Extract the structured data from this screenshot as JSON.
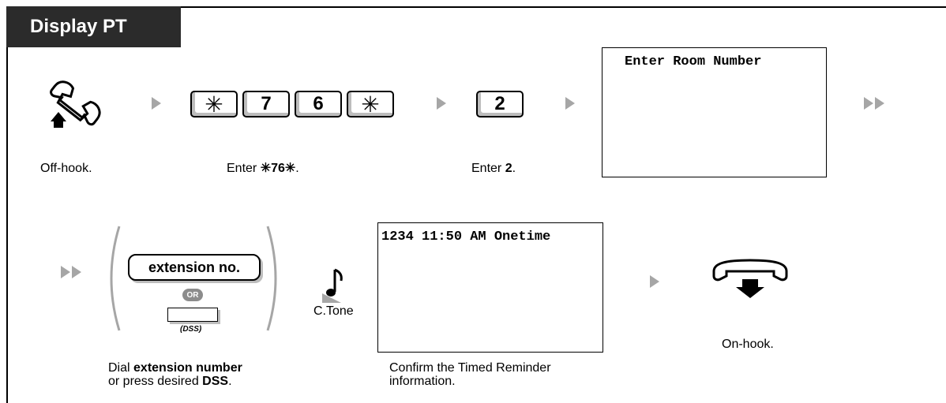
{
  "title": "Display PT",
  "step1": {
    "icon": "off-hook-handset-icon",
    "caption": "Off-hook."
  },
  "step2": {
    "keys": [
      "✳",
      "7",
      "6",
      "✳"
    ],
    "caption_prefix": "Enter ",
    "caption_bold": "✳76✳",
    "caption_suffix": "."
  },
  "step3": {
    "key": "2",
    "caption_prefix": "Enter ",
    "caption_bold": "2",
    "caption_suffix": "."
  },
  "display1": {
    "text": "Enter Room Number"
  },
  "step4": {
    "extension_key": "extension no.",
    "or_label": "OR",
    "dss_label": "(DSS)",
    "caption_line1_prefix": "Dial ",
    "caption_line1_bold": "extension number",
    "caption_line2_prefix": "or press desired ",
    "caption_line2_bold": "DSS",
    "caption_line2_suffix": "."
  },
  "tone": {
    "icon": "music-note-icon",
    "label": "C.Tone"
  },
  "display2": {
    "text": "1234 11:50 AM Onetime",
    "caption_line1": "Confirm the Timed Reminder",
    "caption_line2": "information."
  },
  "step5": {
    "icon": "on-hook-handset-icon",
    "caption": "On-hook."
  },
  "colors": {
    "tab_bg": "#2b2b2b",
    "arrow": "#a6a6a6",
    "key_shadow": "#bdbdbd"
  }
}
